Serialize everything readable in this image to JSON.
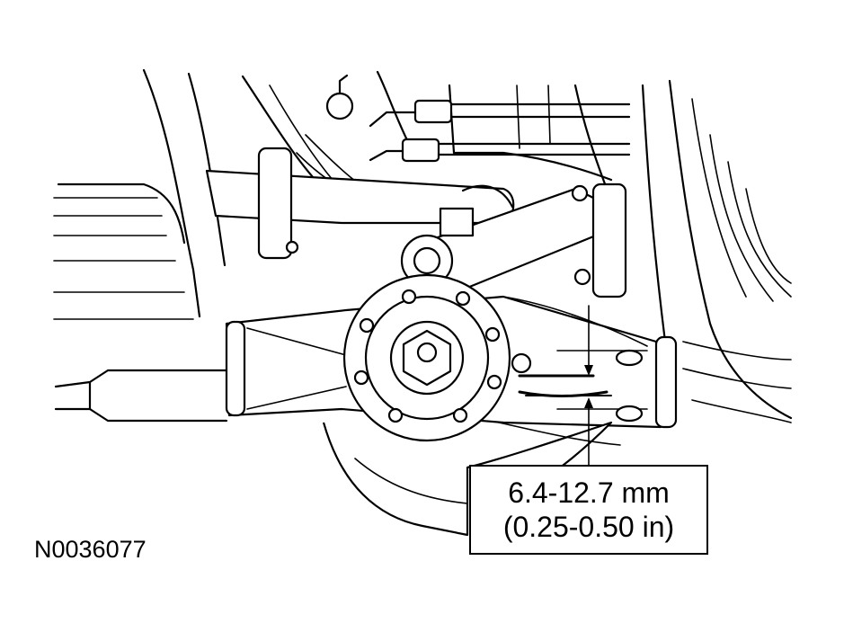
{
  "callout": {
    "line1": "6.4-12.7 mm",
    "line2": "(0.25-0.50 in)"
  },
  "figure_id": "N0036077"
}
